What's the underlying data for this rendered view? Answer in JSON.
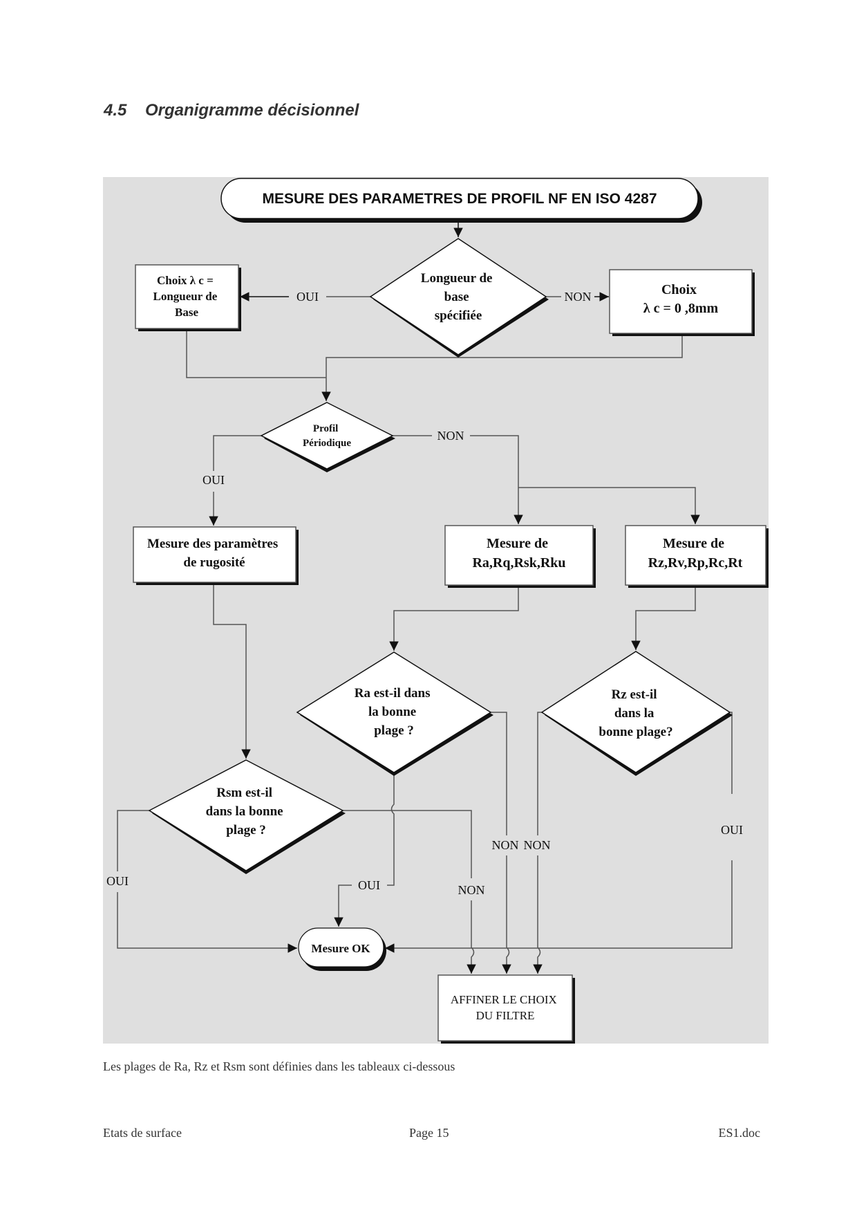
{
  "section": {
    "number": "4.5",
    "title": "Organigramme décisionnel"
  },
  "flowchart": {
    "start": "MESURE DES PARAMETRES DE PROFIL NF EN ISO 4287",
    "decision_base": [
      "Longueur de",
      "base",
      "spécifiée"
    ],
    "box_choix_base": [
      "Choix λ c =",
      "Longueur de",
      "Base"
    ],
    "box_choix_default": [
      "Choix",
      "λ c = 0 ,8mm"
    ],
    "decision_periodique": [
      "Profil",
      "Périodique"
    ],
    "box_rugosite": [
      "Mesure des paramètres",
      "de rugosité"
    ],
    "box_ra": [
      "Mesure de",
      "Ra,Rq,Rsk,Rku"
    ],
    "box_rz": [
      "Mesure de",
      "Rz,Rv,Rp,Rc,Rt"
    ],
    "decision_ra": [
      "Ra est-il dans",
      "la bonne",
      "plage ?"
    ],
    "decision_rz": [
      "Rz est-il",
      "dans la",
      "bonne plage?"
    ],
    "decision_rsm": [
      "Rsm est-il",
      "dans la bonne",
      "plage ?"
    ],
    "end_ok": "Mesure OK",
    "box_affiner": [
      "AFFINER LE CHOIX",
      "DU FILTRE"
    ],
    "labels": {
      "oui": "OUI",
      "non": "NON"
    }
  },
  "caption": "Les plages de Ra, Rz et Rsm sont définies dans les tableaux ci-dessous",
  "footer": {
    "left": "Etats de surface",
    "center": "Page 15",
    "right": "ES1.doc"
  },
  "colors": {
    "diagram_bg": "#dfdfdf",
    "box_fill": "#ffffff",
    "stroke": "#111111",
    "connector": "#555555"
  }
}
